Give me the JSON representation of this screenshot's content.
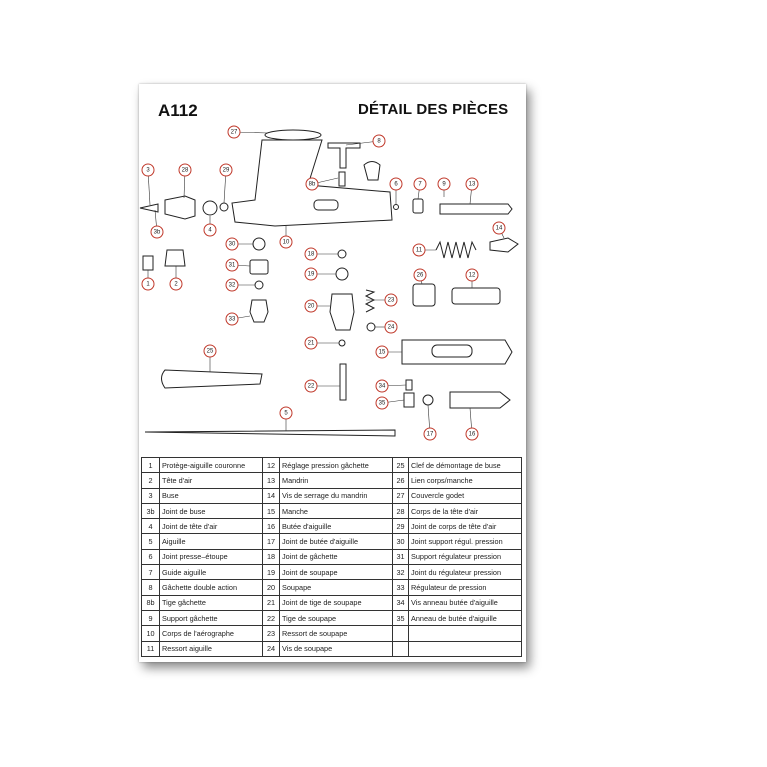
{
  "header": {
    "model": "A112",
    "title": "DÉTAIL DES PIÈCES"
  },
  "callouts": [
    "27",
    "8",
    "3",
    "28",
    "29",
    "8b",
    "6",
    "7",
    "9",
    "13",
    "3b",
    "4",
    "10",
    "30",
    "18",
    "14",
    "11",
    "1",
    "2",
    "31",
    "19",
    "26",
    "12",
    "32",
    "20",
    "23",
    "33",
    "24",
    "21",
    "15",
    "25",
    "22",
    "34",
    "35",
    "17",
    "16",
    "5"
  ],
  "parts": [
    [
      {
        "n": "1",
        "label": "Protège-aiguille couronne"
      },
      {
        "n": "12",
        "label": "Réglage pression gâchette"
      },
      {
        "n": "25",
        "label": "Clef de démontage de buse"
      }
    ],
    [
      {
        "n": "2",
        "label": "Tête d'air"
      },
      {
        "n": "13",
        "label": "Mandrin"
      },
      {
        "n": "26",
        "label": "Lien corps/manche"
      }
    ],
    [
      {
        "n": "3",
        "label": "Buse"
      },
      {
        "n": "14",
        "label": "Vis de serrage du mandrin"
      },
      {
        "n": "27",
        "label": "Couvercle godet"
      }
    ],
    [
      {
        "n": "3b",
        "label": "Joint de buse"
      },
      {
        "n": "15",
        "label": "Manche"
      },
      {
        "n": "28",
        "label": "Corps de la tête d'air"
      }
    ],
    [
      {
        "n": "4",
        "label": "Joint de tête d'air"
      },
      {
        "n": "16",
        "label": "Butée d'aiguille"
      },
      {
        "n": "29",
        "label": "Joint de corps de tête d'air"
      }
    ],
    [
      {
        "n": "5",
        "label": "Aiguille"
      },
      {
        "n": "17",
        "label": "Joint de butée d'aiguille"
      },
      {
        "n": "30",
        "label": "Joint support régul. pression"
      }
    ],
    [
      {
        "n": "6",
        "label": "Joint presse–étoupe"
      },
      {
        "n": "18",
        "label": "Joint de gâchette"
      },
      {
        "n": "31",
        "label": "Support régulateur pression"
      }
    ],
    [
      {
        "n": "7",
        "label": "Guide aiguille"
      },
      {
        "n": "19",
        "label": "Joint de soupape"
      },
      {
        "n": "32",
        "label": "Joint du régulateur pression"
      }
    ],
    [
      {
        "n": "8",
        "label": "Gâchette double action"
      },
      {
        "n": "20",
        "label": "Soupape"
      },
      {
        "n": "33",
        "label": "Régulateur de pression"
      }
    ],
    [
      {
        "n": "8b",
        "label": "Tige gâchette"
      },
      {
        "n": "21",
        "label": "Joint de tige de soupape"
      },
      {
        "n": "34",
        "label": "Vis anneau butée d'aiguille"
      }
    ],
    [
      {
        "n": "9",
        "label": "Support gâchette"
      },
      {
        "n": "22",
        "label": "Tige de soupape"
      },
      {
        "n": "35",
        "label": "Anneau de butée d'aiguille"
      }
    ],
    [
      {
        "n": "10",
        "label": "Corps de l'aérographe"
      },
      {
        "n": "23",
        "label": "Ressort de soupape"
      },
      {
        "n": "",
        "label": ""
      }
    ],
    [
      {
        "n": "11",
        "label": "Ressort aiguille"
      },
      {
        "n": "24",
        "label": "Vis de soupape"
      },
      {
        "n": "",
        "label": ""
      }
    ]
  ]
}
